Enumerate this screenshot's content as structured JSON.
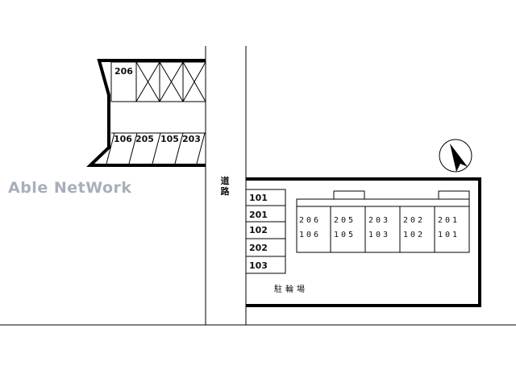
{
  "watermark": "Able NetWork",
  "road_label": "道路",
  "parking_label": "駐輪場",
  "west_lot": {
    "top_row": [
      "206"
    ],
    "bottom_row": [
      "106",
      "205",
      "105",
      "203"
    ]
  },
  "east_lot_column": [
    "101",
    "201",
    "102",
    "202",
    "103"
  ],
  "building_units": [
    {
      "upper": "206",
      "lower": "106"
    },
    {
      "upper": "205",
      "lower": "105"
    },
    {
      "upper": "203",
      "lower": "103"
    },
    {
      "upper": "202",
      "lower": "102"
    },
    {
      "upper": "201",
      "lower": "101"
    }
  ],
  "north_arrow_icon": "north-arrow-icon"
}
